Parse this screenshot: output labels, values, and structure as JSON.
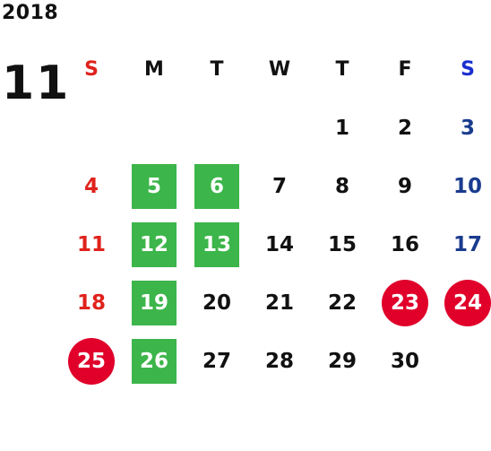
{
  "year": "2018",
  "month": "11",
  "weekdays": [
    "S",
    "M",
    "T",
    "W",
    "T",
    "F",
    "S"
  ],
  "weeks": [
    [
      "",
      "",
      "",
      "",
      "1",
      "2",
      "3"
    ],
    [
      "4",
      "5",
      "6",
      "7",
      "8",
      "9",
      "10"
    ],
    [
      "11",
      "12",
      "13",
      "14",
      "15",
      "16",
      "17"
    ],
    [
      "18",
      "19",
      "20",
      "21",
      "22",
      "23",
      "24"
    ],
    [
      "25",
      "26",
      "27",
      "28",
      "29",
      "30",
      ""
    ]
  ],
  "colors": {
    "sunday": "#e0221c",
    "saturday": "#1a3c8e",
    "highlight_green": "#3cb54a",
    "holiday_red": "#e0002a"
  }
}
